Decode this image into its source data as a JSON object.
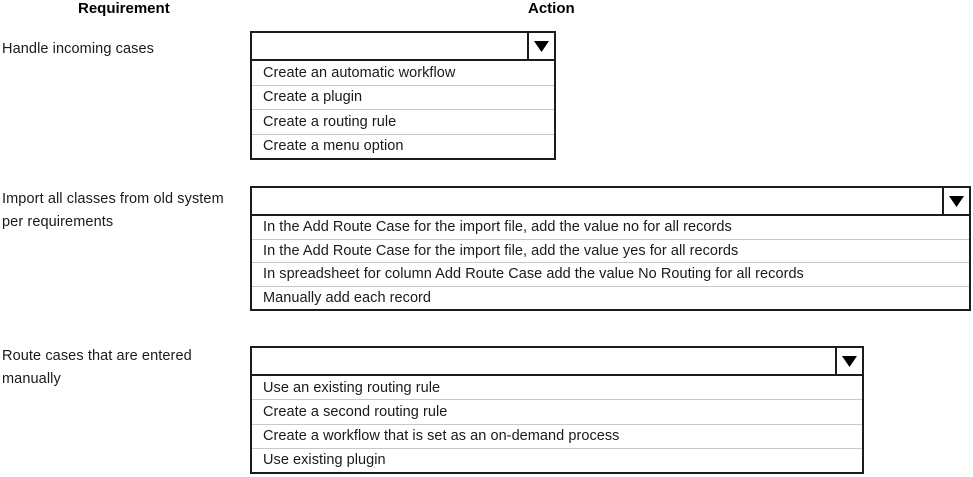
{
  "headers": {
    "requirement": "Requirement",
    "action": "Action"
  },
  "icons": {
    "dropdown_arrow": "chevron-down-icon"
  },
  "colors": {
    "border": "#1c1c1c",
    "separator": "#c8c8c8",
    "text": "#1a1a1a",
    "background": "#ffffff"
  },
  "rows": [
    {
      "requirement": "Handle incoming cases",
      "dropdown": {
        "selected": "",
        "placeholder": "",
        "expanded": true,
        "options": [
          "Create an automatic workflow",
          "Create a plugin",
          "Create a routing rule",
          "Create a menu option"
        ]
      }
    },
    {
      "requirement": "Import all classes from old system per requirements",
      "dropdown": {
        "selected": "",
        "placeholder": "",
        "expanded": true,
        "options": [
          "In the Add Route Case for the import file, add the value no for all records",
          "In the Add Route Case for the import file, add the value yes for all records",
          "In spreadsheet for column Add Route Case add the value No Routing for all records",
          "Manually add each record"
        ]
      }
    },
    {
      "requirement": "Route cases that are entered manually",
      "dropdown": {
        "selected": "",
        "placeholder": "",
        "expanded": true,
        "options": [
          "Use an existing routing rule",
          "Create a second routing rule",
          "Create a workflow that is set as an on-demand process",
          "Use existing plugin"
        ]
      }
    }
  ]
}
